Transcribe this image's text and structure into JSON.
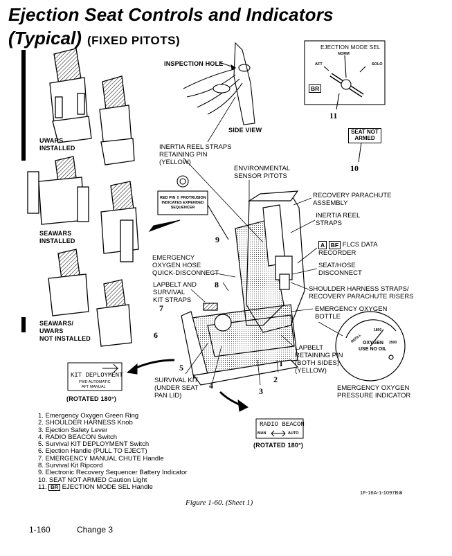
{
  "header": {
    "title_line1": "Ejection Seat Controls and Indicators",
    "title_line2": "(Typical)",
    "title_suffix": "(FIXED PITOTS)"
  },
  "seat_variants": {
    "uwars": "UWARS\nINSTALLED",
    "seawars": "SEAWARS\nINSTALLED",
    "none": "SEAWARS/\nUWARS\nNOT INSTALLED"
  },
  "side_view": {
    "inspection_hole": "INSPECTION HOLE",
    "caption": "SIDE VIEW"
  },
  "ejection_mode_panel": {
    "title": "EJECTION MODE SEL",
    "norm": "NORM",
    "aft": "AFT",
    "solo": "SOLO",
    "br_tag": "BR",
    "callout": "11"
  },
  "seat_not_armed": {
    "line1": "SEAT NOT",
    "line2": "ARMED",
    "callout": "10"
  },
  "sequencer_indicator": {
    "text": "RED PIN ⇧ PROTRUSION\nINDICATES EXPENDED\nSEQUENCER",
    "callout": "9"
  },
  "labels": {
    "inertia_reel_pin": "INERTIA REEL STRAPS\nRETAINING PIN\n(YELLOW)",
    "env_pitots": "ENVIRONMENTAL\nSENSOR PITOTS",
    "recovery_chute": "RECOVERY PARACHUTE\nASSEMBLY",
    "inertia_reel_straps": "INERTIA REEL\nSTRAPS",
    "flcs_a": "A",
    "flcs_bf": "BF",
    "flcs_text": "FLCS DATA\nRECORDER",
    "seat_hose": "SEAT/HOSE\nDISCONNECT",
    "shoulder_harness": "SHOULDER HARNESS STRAPS/\nRECOVERY PARACHUTE RISERS",
    "emergency_o2_bottle": "EMERGENCY OXYGEN\nBOTTLE",
    "emergency_o2_hose": "EMERGENCY\nOXYGEN HOSE\nQUICK-DISCONNECT",
    "lapbelt_survival": "LAPBELT AND\nSURVIVAL\nKIT STRAPS",
    "lapbelt_pin": "LAPBELT\nRETAINING PIN\n(BOTH SIDES)\n(YELLOW)",
    "survival_kit": "SURVIVAL KIT\n(UNDER SEAT\nPAN LID)",
    "o2_pressure": "EMERGENCY OXYGEN\nPRESSURE INDICATOR"
  },
  "o2_gauge": {
    "refill": "REFILL",
    "oxygen": "OXYGEN",
    "use_no_oil": "USE NO OIL",
    "v1800": "1800",
    "v2500": "2500"
  },
  "kit_deployment": {
    "title": "KIT DEPLOYMENT",
    "sub1": "FWD AUTOMATIC",
    "sub2": "AFT MANUAL",
    "rotated": "(ROTATED 180°)"
  },
  "radio_beacon": {
    "title": "RADIO BEACON",
    "man": "MAN",
    "auto": "AUTO",
    "rotated": "(ROTATED 180°)"
  },
  "callouts": [
    "1",
    "2",
    "3",
    "4",
    "5",
    "6",
    "7",
    "8"
  ],
  "legend": [
    "1.  Emergency Oxygen Green Ring",
    "2.  SHOULDER HARNESS Knob",
    "3.  Ejection Safety Lever",
    "4.  RADIO BEACON Switch",
    "5.  Survival KIT DEPLOYMENT Switch",
    "6.  Ejection Handle (PULL TO EJECT)",
    "7.  EMERGENCY MANUAL CHUTE Handle",
    "8.  Survival Kit Ripcord",
    "9.  Electronic Recovery Sequencer Battery Indicator",
    "10.  SEAT NOT ARMED Caution Light",
    "11."
  ],
  "legend_11_tag": "BR",
  "legend_11_text": "EJECTION MODE SEL Handle",
  "figure_ref": "1F-16A-1-1097B⊗",
  "figure_caption": "Figure 1-60.  (Sheet 1)",
  "footer": {
    "page": "1-160",
    "change": "Change 3"
  }
}
